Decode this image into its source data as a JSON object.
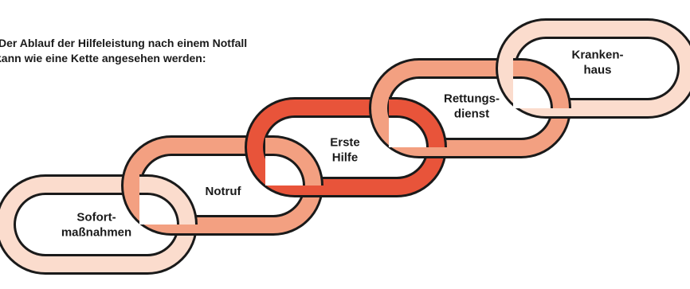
{
  "intro": {
    "line1": "Der Ablauf der Hilfeleistung nach einem Notfall",
    "line2": "kann wie eine Kette angesehen werden:"
  },
  "chain": {
    "links": [
      {
        "lines": [
          "Sofort-",
          "maßnahmen"
        ],
        "color": "#FBDCCD"
      },
      {
        "lines": [
          "Notruf"
        ],
        "color": "#F3A081"
      },
      {
        "lines": [
          "Erste",
          "Hilfe"
        ],
        "color": "#E8543A"
      },
      {
        "lines": [
          "Rettungs-",
          "dienst"
        ],
        "color": "#F3A081"
      },
      {
        "lines": [
          "Kranken-",
          "haus"
        ],
        "color": "#FBDCCD"
      }
    ],
    "outline_color": "#1a1a1a"
  }
}
